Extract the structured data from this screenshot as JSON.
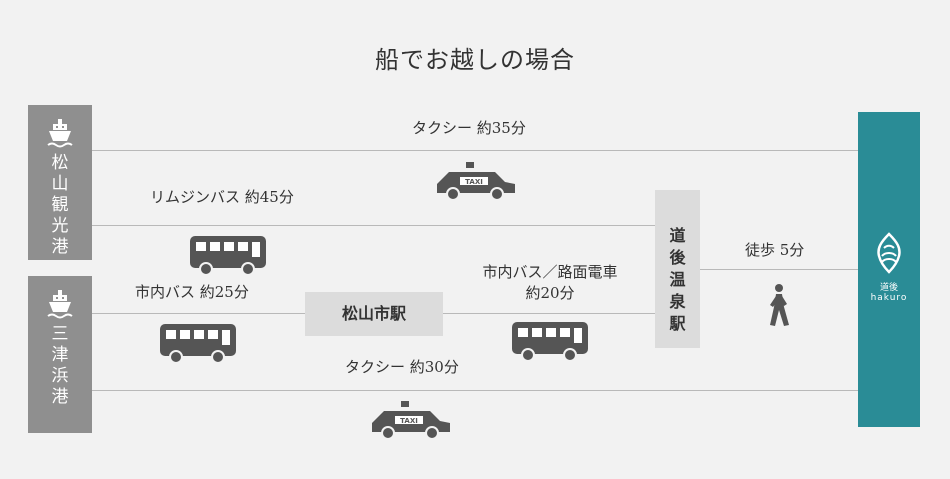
{
  "title": "船でお越しの場合",
  "ports": {
    "matsuyama": "松山観光港",
    "mitsuhama": "三津浜港"
  },
  "stations": {
    "matsuyama_city": "松山市駅",
    "dogo_onsen": "道後温泉駅"
  },
  "hotel": {
    "name_ja": "道後",
    "name_en": "hakuro"
  },
  "routes": {
    "taxi_top": "タクシー 約35分",
    "limousine": "リムジンバス 約45分",
    "city_bus": "市内バス 約25分",
    "bus_tram_line1": "市内バス／路面電車",
    "bus_tram_line2": "約20分",
    "walk": "徒歩 5分",
    "taxi_bottom": "タクシー 約30分"
  },
  "icons": {
    "ship": "ship-icon",
    "taxi": "taxi-icon",
    "bus": "bus-icon",
    "walk": "walking-person-icon",
    "taxi_sign": "TAXI"
  },
  "colors": {
    "background": "#f2f2f2",
    "port": "#8f8f8f",
    "station": "#dcdcdc",
    "hotel": "#2a8c96",
    "icon": "#555555",
    "line": "#b9b9b9"
  }
}
